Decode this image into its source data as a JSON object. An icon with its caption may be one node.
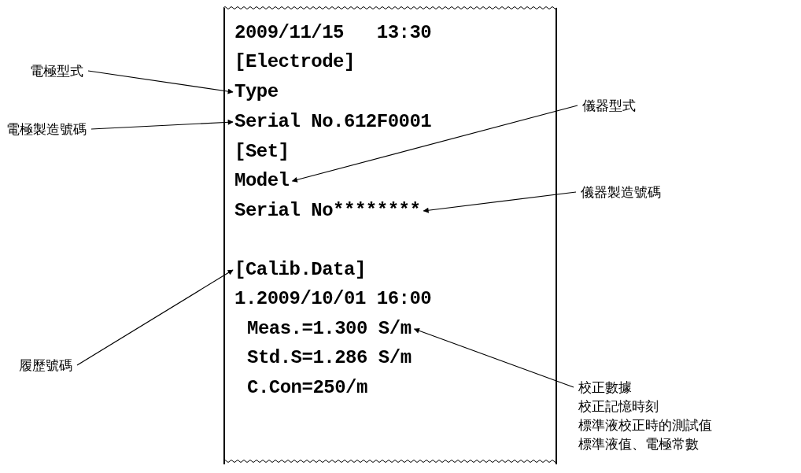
{
  "diagram": {
    "nodes": [
      {
        "text": [],
        "shape": "box"
      },
      {
        "text": [
          "2009/11/15   13:30"
        ],
        "in": 0
      },
      {
        "text": [
          "[Electrode]"
        ],
        "in": 0
      },
      {
        "text": [
          "Type"
        ],
        "in": 0
      },
      {
        "text": [
          "Serial No.612F0001"
        ],
        "in": 0
      },
      {
        "text": [
          "[Set]"
        ],
        "in": 0
      },
      {
        "text": [
          "Model"
        ],
        "in": 0
      },
      {
        "text": [
          "Serial No********"
        ],
        "in": 0
      },
      {
        "text": [
          "[Calib.Data]"
        ],
        "in": 0
      },
      {
        "text": [
          "1.2009/10/01 16:00"
        ],
        "in": 0
      },
      {
        "text": [
          "Meas.=1.300 S/m"
        ],
        "in": 0
      },
      {
        "text": [
          "Std.S=1.286 S/m"
        ],
        "in": 0
      },
      {
        "text": [
          "C.Con=250/m"
        ],
        "in": 0
      },
      {
        "text": [
          "電極型式"
        ]
      },
      {
        "text": [
          "電極製造號碼"
        ]
      },
      {
        "text": [
          "儀器型式"
        ]
      },
      {
        "text": [
          "儀器製造號碼"
        ]
      },
      {
        "text": [
          "履歷號碼"
        ]
      },
      {
        "text": [
          "校正數據",
          "校正記憶時刻",
          "標準液校正時的測試值",
          "標準液值、電極常數"
        ]
      }
    ],
    "edges": [
      {
        "from": 13,
        "to": 3,
        "arrow": "to"
      },
      {
        "from": 14,
        "to": 4,
        "arrow": "to"
      },
      {
        "from": 15,
        "to": 6,
        "arrow": "to"
      },
      {
        "from": 16,
        "to": 7,
        "arrow": "to"
      },
      {
        "from": 17,
        "to": 8,
        "arrow": "to"
      },
      {
        "from": 18,
        "to": 10,
        "arrow": "to"
      }
    ]
  }
}
